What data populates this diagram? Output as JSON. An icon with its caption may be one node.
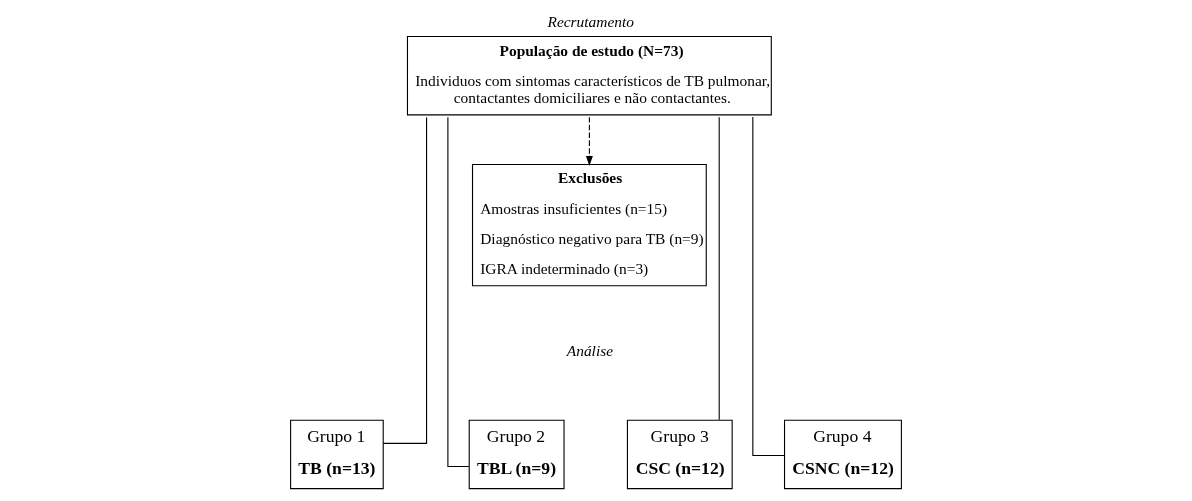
{
  "diagram": {
    "nodes": [
      {
        "text": [
          "População de estudo (N=73)",
          "Individuos com sintomas característicos de TB pulmonar, contactantes domiciliares e não contactantes."
        ],
        "beside": [
          "Recrutamento"
        ]
      },
      {
        "text": [
          "Exclusões",
          "Amostras insuficientes (n=15)",
          "Diagnóstico negativo para TB (n=9)",
          "IGRA indeterminado (n=3)"
        ]
      },
      {
        "text": [
          "Grupo 1",
          "TB (n=13)"
        ]
      },
      {
        "text": [
          "Grupo 2",
          "TBL (n=9)"
        ]
      },
      {
        "text": [
          "Grupo 3",
          "CSC (n=12)"
        ]
      },
      {
        "text": [
          "Grupo 4",
          "CSNC (n=12)"
        ]
      }
    ],
    "edges": [
      {
        "from": 0,
        "to": 1,
        "arrow": "to",
        "style": "dashed"
      },
      {
        "from": 0,
        "to": 2,
        "arrow": "none"
      },
      {
        "from": 0,
        "to": 3,
        "arrow": "none"
      },
      {
        "from": 0,
        "to": 4,
        "arrow": "none"
      },
      {
        "from": 0,
        "to": 5,
        "arrow": "none"
      }
    ],
    "labels": [
      "Análise"
    ]
  }
}
